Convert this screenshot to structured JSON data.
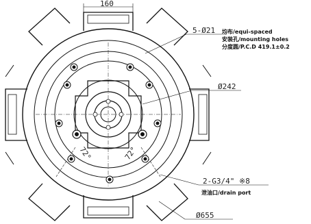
{
  "drawing": {
    "dimensions": {
      "top_width": "160",
      "hole_spec": "5-Ø21",
      "inner_diameter": "Ø242",
      "drain_spec": "2-G3/4\" ※8",
      "outer_diameter": "Ø655",
      "angle_left": "72°",
      "angle_right": "72°"
    },
    "notes": {
      "hole_line1": "均布/equi-spaced",
      "hole_line2": "安装孔/mounting holes",
      "hole_line3": "分度圆/P.C.D 419.1±0.2",
      "drain_label": "泄油口/drain port"
    },
    "colors": {
      "line": "#111111",
      "background": "#ffffff"
    }
  }
}
